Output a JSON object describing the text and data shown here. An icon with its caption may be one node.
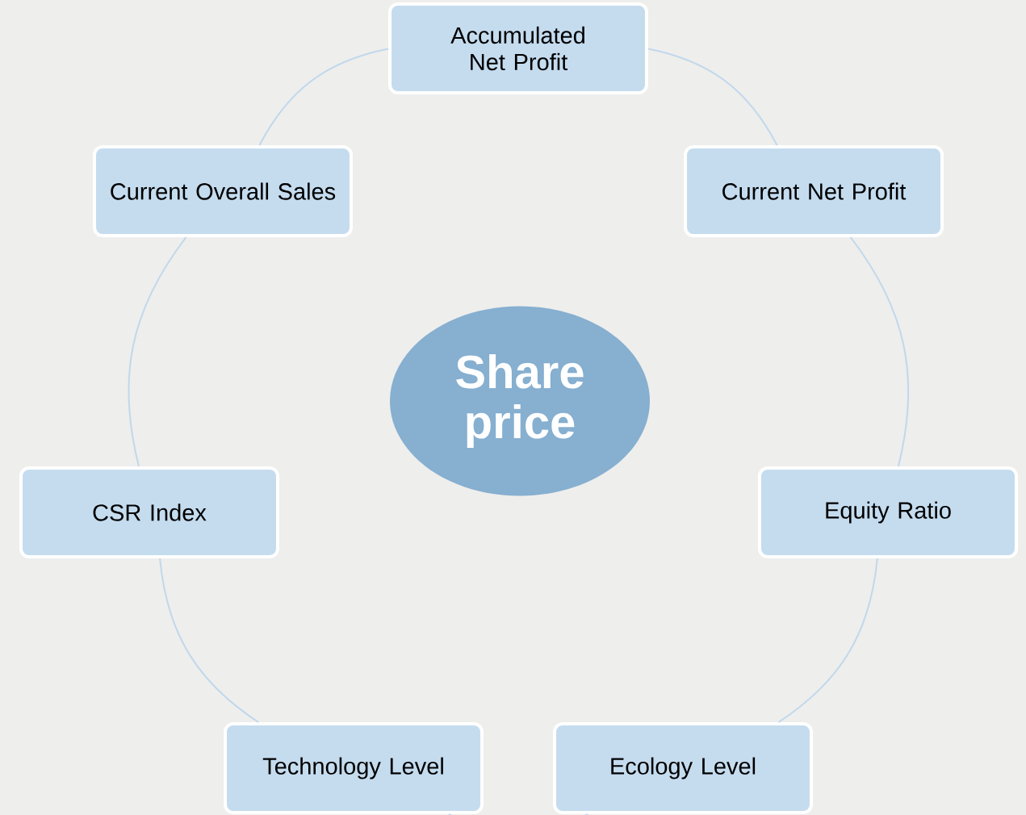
{
  "diagram": {
    "nodes": [
      {
        "text": [
          "Share price"
        ]
      },
      {
        "text": [
          "Accumulated Net Profit"
        ]
      },
      {
        "text": [
          "Current Net Profit"
        ]
      },
      {
        "text": [
          "Equity Ratio"
        ]
      },
      {
        "text": [
          "Ecology Level"
        ]
      },
      {
        "text": [
          "Technology Level"
        ]
      },
      {
        "text": [
          "CSR Index"
        ]
      },
      {
        "text": [
          "Current Overall Sales"
        ]
      }
    ],
    "edges": [
      {
        "from": 1,
        "to": 2,
        "arrow": "none"
      },
      {
        "from": 2,
        "to": 3,
        "arrow": "none"
      },
      {
        "from": 3,
        "to": 4,
        "arrow": "none"
      },
      {
        "from": 4,
        "to": 5,
        "arrow": "none"
      },
      {
        "from": 5,
        "to": 6,
        "arrow": "none"
      },
      {
        "from": 6,
        "to": 7,
        "arrow": "none"
      },
      {
        "from": 7,
        "to": 1,
        "arrow": "none"
      }
    ]
  }
}
